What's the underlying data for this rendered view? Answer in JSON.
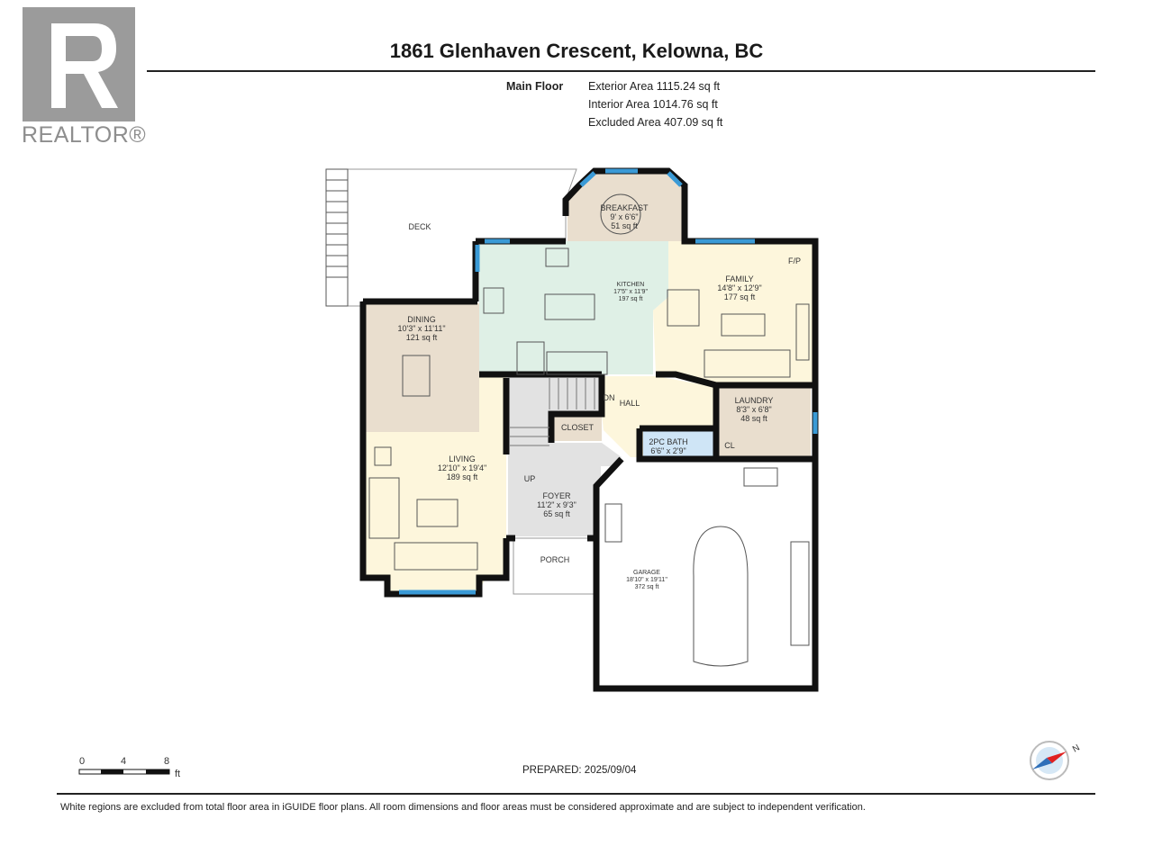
{
  "logo": {
    "text": "REALTOR®",
    "letter": "R"
  },
  "header": {
    "title": "1861 Glenhaven Crescent, Kelowna, BC"
  },
  "areas": {
    "floor": "Main Floor",
    "exterior": "Exterior Area 1115.24 sq ft",
    "interior": "Interior Area 1014.76 sq ft",
    "excluded": "Excluded Area 407.09 sq ft"
  },
  "rooms": {
    "deck": {
      "name": "DECK"
    },
    "breakfast": {
      "name": "BREAKFAST",
      "dims": "9' x 6'6\"",
      "area": "51 sq ft"
    },
    "kitchen": {
      "name": "KITCHEN",
      "dims": "17'5\" x 11'9\"",
      "area": "197 sq ft"
    },
    "family": {
      "name": "FAMILY",
      "dims": "14'8\" x 12'9\"",
      "area": "177 sq ft",
      "fp": "F/P"
    },
    "dining": {
      "name": "DINING",
      "dims": "10'3\" x 11'11\"",
      "area": "121 sq ft"
    },
    "living": {
      "name": "LIVING",
      "dims": "12'10\" x 19'4\"",
      "area": "189 sq ft"
    },
    "hall": {
      "name": "HALL",
      "dn": "DN"
    },
    "closet": {
      "name": "CLOSET"
    },
    "stairs": {
      "up": "UP"
    },
    "laundry": {
      "name": "LAUNDRY",
      "dims": "8'3\" x 6'8\"",
      "area": "48 sq ft"
    },
    "bath": {
      "name": "2PC BATH",
      "dims": "6'6\" x 2'9\""
    },
    "cl": {
      "name": "CL"
    },
    "foyer": {
      "name": "FOYER",
      "dims": "11'2\" x 9'3\"",
      "area": "65 sq ft"
    },
    "porch": {
      "name": "PORCH"
    },
    "garage": {
      "name": "GARAGE",
      "dims": "18'10\" x 19'11\"",
      "area": "372 sq ft"
    }
  },
  "scale": {
    "labels": [
      "0",
      "4",
      "8"
    ],
    "unit": "ft"
  },
  "compass": {
    "label": "N"
  },
  "prepared": "PREPARED: 2025/09/04",
  "footer": "White regions are excluded from total floor area in iGUIDE floor plans. All room dimensions and floor areas must be considered approximate and are subject to independent verification.",
  "colors": {
    "beige": "#e9dece",
    "mint": "#dff0e6",
    "cream": "#fdf6dc",
    "grey": "#e2e2e2",
    "blue": "#cfe5f6",
    "window": "#3a9ad6"
  }
}
